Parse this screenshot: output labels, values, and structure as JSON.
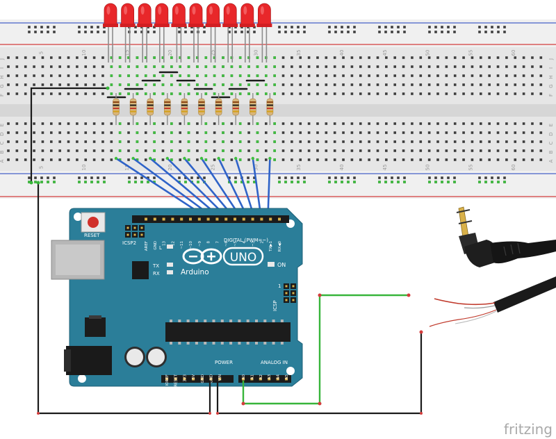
{
  "diagram": {
    "breadboard": {
      "column_numbers": [
        "5",
        "10",
        "15",
        "20",
        "25",
        "30",
        "35",
        "40",
        "45",
        "50",
        "55",
        "60"
      ],
      "row_letters_top": [
        "J",
        "I",
        "H",
        "G",
        "F"
      ],
      "row_letters_bottom": [
        "E",
        "D",
        "C",
        "B",
        "A"
      ],
      "led_count": 10,
      "resistor_count": 10
    },
    "arduino": {
      "logo_text": "Arduino",
      "model_text": "UNO",
      "reset_label": "RESET",
      "icsp2_label": "ICSP2",
      "icsp_label": "ICSP",
      "digital_label": "DIGITAL (PWM=~)",
      "power_label": "POWER",
      "analog_label": "ANALOG IN",
      "on_label": "ON",
      "led_labels": [
        "L",
        "TX",
        "RX"
      ],
      "icsp_pin_number": "1",
      "digital_pins": [
        "AREF",
        "GND",
        "13",
        "12",
        "~11",
        "~10",
        "~9",
        "8",
        "7",
        "~6",
        "~5",
        "4",
        "~3",
        "2",
        "TX▶1",
        "RX◀0"
      ],
      "power_pins": [
        "IOREF",
        "RESET",
        "3V3",
        "5V",
        "GND",
        "GND",
        "VIN"
      ],
      "analog_pins": [
        "A0",
        "A1",
        "A2",
        "A3",
        "A4",
        "A5"
      ]
    },
    "audio_plug": {
      "name": "3.5mm audio jack"
    },
    "watermark": "fritzing",
    "colors": {
      "board": "#2b7e99",
      "led": "#e8272a",
      "wire_blue": "#2f63c8",
      "wire_green": "#37b53a",
      "wire_black": "#1a1a1a",
      "rail_red": "#d33c3c",
      "rail_blue": "#4560c8"
    }
  }
}
